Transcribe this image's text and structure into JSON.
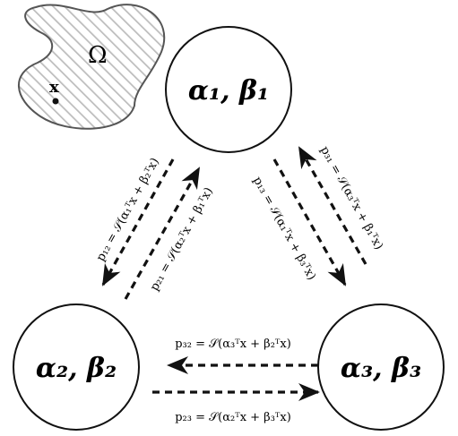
{
  "region": {
    "label": "Ω",
    "point_label": "x"
  },
  "nodes": [
    {
      "id": "1",
      "label": "α₁, β₁"
    },
    {
      "id": "2",
      "label": "α₂, β₂"
    },
    {
      "id": "3",
      "label": "α₃, β₃"
    }
  ],
  "edges": [
    {
      "id": "p12",
      "label": "p₁₂ = 𝒮(α₁ᵀx + β₂ᵀx)"
    },
    {
      "id": "p21",
      "label": "p₂₁ = 𝒮(α₂ᵀx + β₁ᵀx)"
    },
    {
      "id": "p13",
      "label": "p₁₃ = 𝒮(α₁ᵀx + β₃ᵀx)"
    },
    {
      "id": "p31",
      "label": "p₃₁ = 𝒮(α₃ᵀx + β₁ᵀx)"
    },
    {
      "id": "p32",
      "label": "p₃₂ = 𝒮(α₃ᵀx + β₂ᵀx)"
    },
    {
      "id": "p23",
      "label": "p₂₃ = 𝒮(α₂ᵀx + β₃ᵀx)"
    }
  ]
}
